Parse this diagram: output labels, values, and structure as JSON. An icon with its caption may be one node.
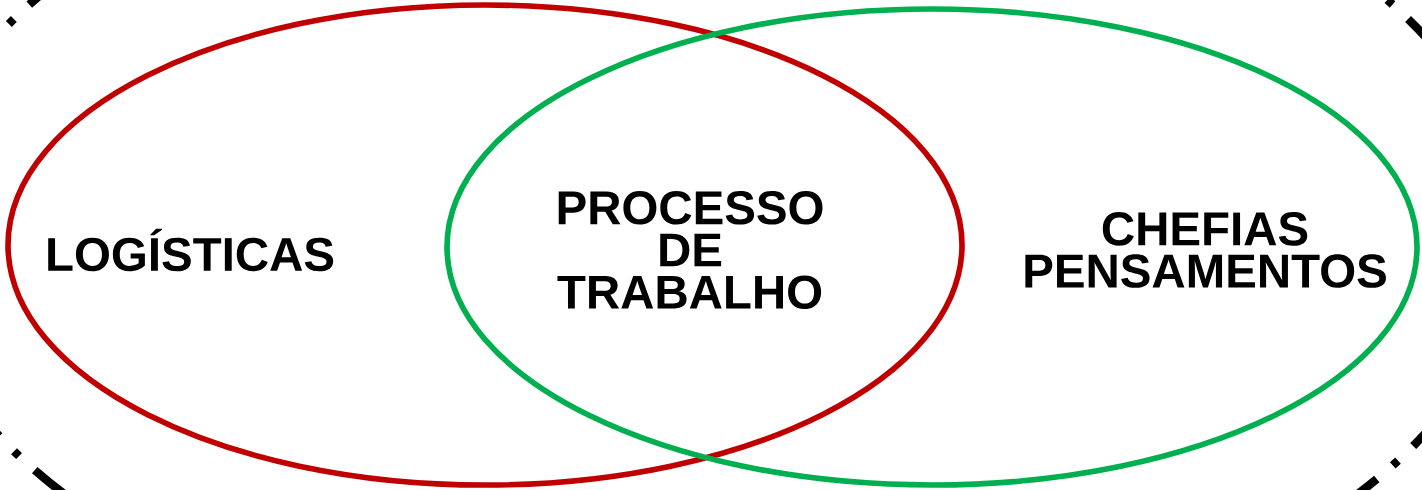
{
  "diagram": {
    "nodes": [
      {
        "text": [],
        "shape": "ellipse"
      },
      {
        "text": [
          "LOGÍSTICAS"
        ],
        "in": 0
      },
      {
        "text": [
          "CHEFIAS PENSAMENTOS"
        ],
        "in": 0
      }
    ],
    "labels": [
      "PROCESSO DE TRABALHO"
    ]
  }
}
